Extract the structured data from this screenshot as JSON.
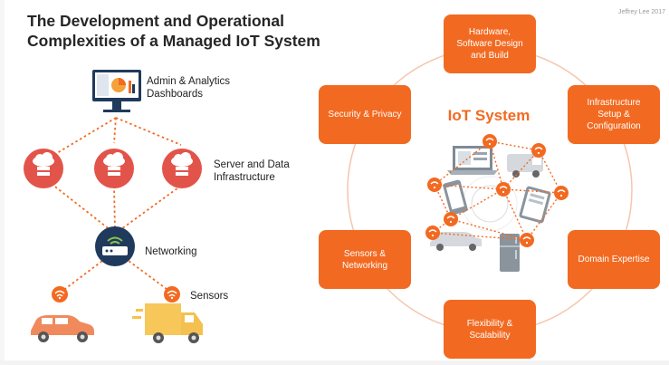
{
  "title": "The Development and Operational Complexities of a Managed IoT System",
  "credit": "Jeffrey Lee 2017",
  "left": {
    "admin_label": "Admin & Analytics Dashboards",
    "server_label": "Server and Data Infrastructure",
    "networking_label": "Networking",
    "sensors_label": "Sensors"
  },
  "right": {
    "center_title": "IoT System",
    "boxes": [
      "Hardware,\nSoftware Design\nand Build",
      "Infrastructure\nSetup &\nConfiguration",
      "Domain Expertise",
      "Flexibility &\nScalability",
      "Sensors &\nNetworking",
      "Security & Privacy"
    ]
  },
  "colors": {
    "accent": "#f26a21",
    "cloud_red": "#e2544a",
    "router_navy": "#1f3a5c",
    "text": "#262626"
  },
  "icons": [
    "monitor-dashboard-icon",
    "cloud-server-icon",
    "router-icon",
    "wifi-icon",
    "car-icon",
    "truck-icon"
  ]
}
